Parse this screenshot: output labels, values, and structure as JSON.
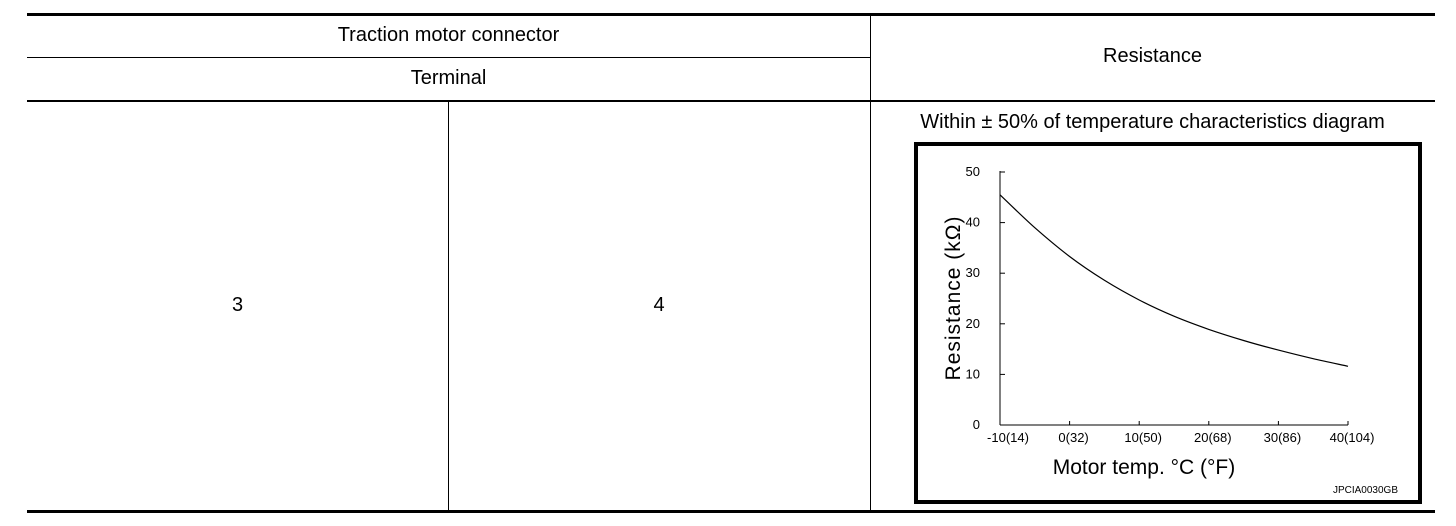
{
  "table": {
    "header_connector": "Traction motor connector",
    "header_terminal": "Terminal",
    "header_resistance": "Resistance",
    "terminal_a": "3",
    "terminal_b": "4",
    "resistance_spec": "Within ± 50% of temperature characteristics diagram"
  },
  "chart_data": {
    "type": "line",
    "xlabel": "Motor temp. °C (°F)",
    "ylabel": "Resistance (kΩ)",
    "x_tick_labels": [
      "-10(14)",
      "0(32)",
      "10(50)",
      "20(68)",
      "30(86)",
      "40(104)"
    ],
    "x_ticks": [
      -10,
      0,
      10,
      20,
      30,
      40
    ],
    "y_ticks": [
      0,
      10,
      20,
      30,
      40,
      50
    ],
    "xlim": [
      -10,
      40
    ],
    "ylim": [
      0,
      50
    ],
    "grid": false,
    "series": [
      {
        "x": [
          -10,
          -5,
          0,
          5,
          10,
          15,
          20,
          25,
          30,
          35,
          40
        ],
        "values": [
          45.5,
          39,
          33.3,
          28.6,
          24.7,
          21.5,
          18.9,
          16.7,
          14.8,
          13.1,
          11.6
        ]
      }
    ],
    "image_code": "JPCIA0030GB"
  }
}
